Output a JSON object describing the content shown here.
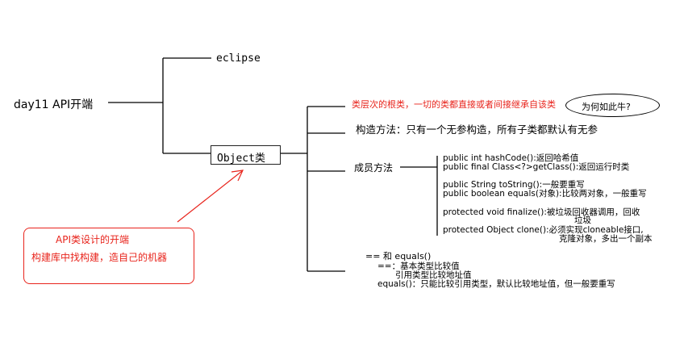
{
  "root": {
    "label": "day11 API开端"
  },
  "branch_eclipse": {
    "label": "eclipse"
  },
  "branch_object": {
    "label": "Object类"
  },
  "object_children": {
    "root_class": "类层次的根类，一切的类都直接或者间接继承自该类",
    "question": "为何如此牛?",
    "constructor": "构造方法：只有一个无参构造，所有子类都默认有无参",
    "members_title": "成员方法"
  },
  "methods": {
    "hashcode": "public int hashCode():返回哈希值",
    "getclass": "public final Class<?>getClass():返回运行时类",
    "tostring": "public String toString():一般要重写",
    "equals": "public boolean equals(对象):比较两对象，一般重写",
    "finalize_line1": "protected void finalize():被垃圾回收器调用，回收",
    "finalize_line2": "垃圾",
    "clone_line1": "protected Object clone():必须实现cloneable接口,",
    "clone_line2": "克隆对象，多出一个副本"
  },
  "equals_note": {
    "title": "== 和 equals()",
    "line1": "==：基本类型比较值",
    "line2": "引用类型比较地址值",
    "line3": "equals()：只能比较引用类型，默认比较地址值，但一般要重写"
  },
  "callout": {
    "line1": "API类设计的开端",
    "line2": "构建库中找构建，造自己的机器"
  },
  "colors": {
    "line": "#000000",
    "accent_red": "#e8241c"
  }
}
